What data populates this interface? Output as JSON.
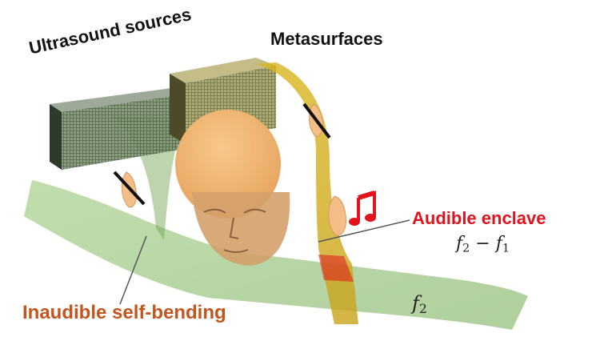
{
  "labels": {
    "ultrasound_sources": "Ultrasound sources",
    "metasurfaces": "Metasurfaces",
    "audible_enclave": "Audible enclave",
    "inaudible_self_bending": "Inaudible self-bending"
  },
  "formulas": {
    "enclave_f_a": "f",
    "enclave_sub_a": "2",
    "enclave_operator": " − ",
    "enclave_f_b": "f",
    "enclave_sub_b": "1",
    "beam_f": "f",
    "beam_sub": "2"
  },
  "icons": {
    "music": "music-note-icon",
    "ear": "ear-icon",
    "head": "head-icon"
  },
  "colors": {
    "beam_green": "#7fb35a",
    "beam_yellow": "#d4b21e",
    "enclave_red": "#e1141e",
    "inaudible_orange": "#c2561e",
    "source_panel": "#5e7a52",
    "head_skin": "#f0b676"
  }
}
